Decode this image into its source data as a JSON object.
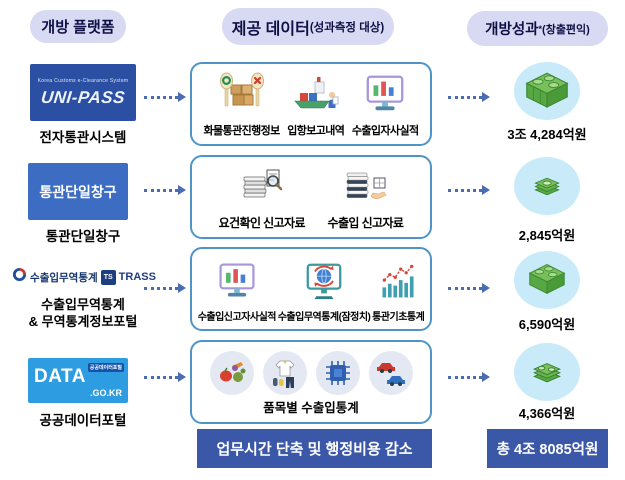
{
  "headers": {
    "platform": "개방 플랫폼",
    "data_main": "제공 데이터",
    "data_sub": "(성과측정 대상)",
    "outcome_main": "개방성과",
    "outcome_star": "*",
    "outcome_sub": "(창출편익)"
  },
  "platforms": [
    {
      "id": "unipass",
      "logo_top": "Korea Customs e-Clearance System",
      "logo_main": "UNI-PASS",
      "label": "전자통관시스템"
    },
    {
      "id": "single-window",
      "logo_main": "통관단일창구",
      "label": "통관단일창구"
    },
    {
      "id": "trade-stats",
      "logo_left": "수출입무역통계",
      "logo_ts": "TS",
      "logo_right": "TRASS",
      "label_line1": "수출입무역통계",
      "label_line2": "& 무역통계정보포털"
    },
    {
      "id": "data-go-kr",
      "logo_main": "DATA",
      "logo_suffix": ".GO.KR",
      "logo_badge": "공공데이터포털",
      "label": "공공데이터포털"
    }
  ],
  "data_boxes": [
    {
      "items": [
        {
          "icon": "customs-inspection-icon",
          "label": "화물통관진행정보"
        },
        {
          "icon": "ship-arrival-icon",
          "label": "입항보고내역"
        },
        {
          "icon": "monitor-barchart-icon",
          "label": "수출입자사실적"
        }
      ]
    },
    {
      "items": [
        {
          "icon": "documents-magnifier-icon",
          "label": "요건확인 신고자료"
        },
        {
          "icon": "documents-hand-icon",
          "label": "수출입 신고자료"
        }
      ]
    },
    {
      "items": [
        {
          "icon": "monitor-barchart-icon",
          "label": "수출입신고자사실적"
        },
        {
          "icon": "monitor-globe-icon",
          "label": "수출입무역통계(잠정치)"
        },
        {
          "icon": "bar-line-chart-icon",
          "label": "통관기초통계"
        }
      ]
    },
    {
      "category_icons": [
        "produce-icon",
        "clothing-icon",
        "semiconductor-icon",
        "vehicles-icon"
      ],
      "label": "품목별 수출입통계"
    }
  ],
  "outcomes": [
    {
      "icon": "money-stack-icon",
      "value": "3조 4,284억원"
    },
    {
      "icon": "money-bills-icon",
      "value": "2,845억원"
    },
    {
      "icon": "money-stack-icon",
      "value": "6,590억원"
    },
    {
      "icon": "money-bills-icon",
      "value": "4,366억원"
    }
  ],
  "footers": {
    "process": "업무시간 단축 및 행정비용 감소",
    "total": "총 4조 8085억원"
  },
  "colors": {
    "header_pill_bg": "#d7daf2",
    "header_text": "#101046",
    "box_border": "#4e94c6",
    "footer_bg": "#3a57a8",
    "unipass_bg": "#2b4fa2",
    "single_window_bg": "#3d6cc3",
    "datagokr_bg": "#2d9ce0",
    "arrow": "#4a6cb0",
    "oval_bg": "#c9ebf9",
    "money_green": "#57a844"
  }
}
